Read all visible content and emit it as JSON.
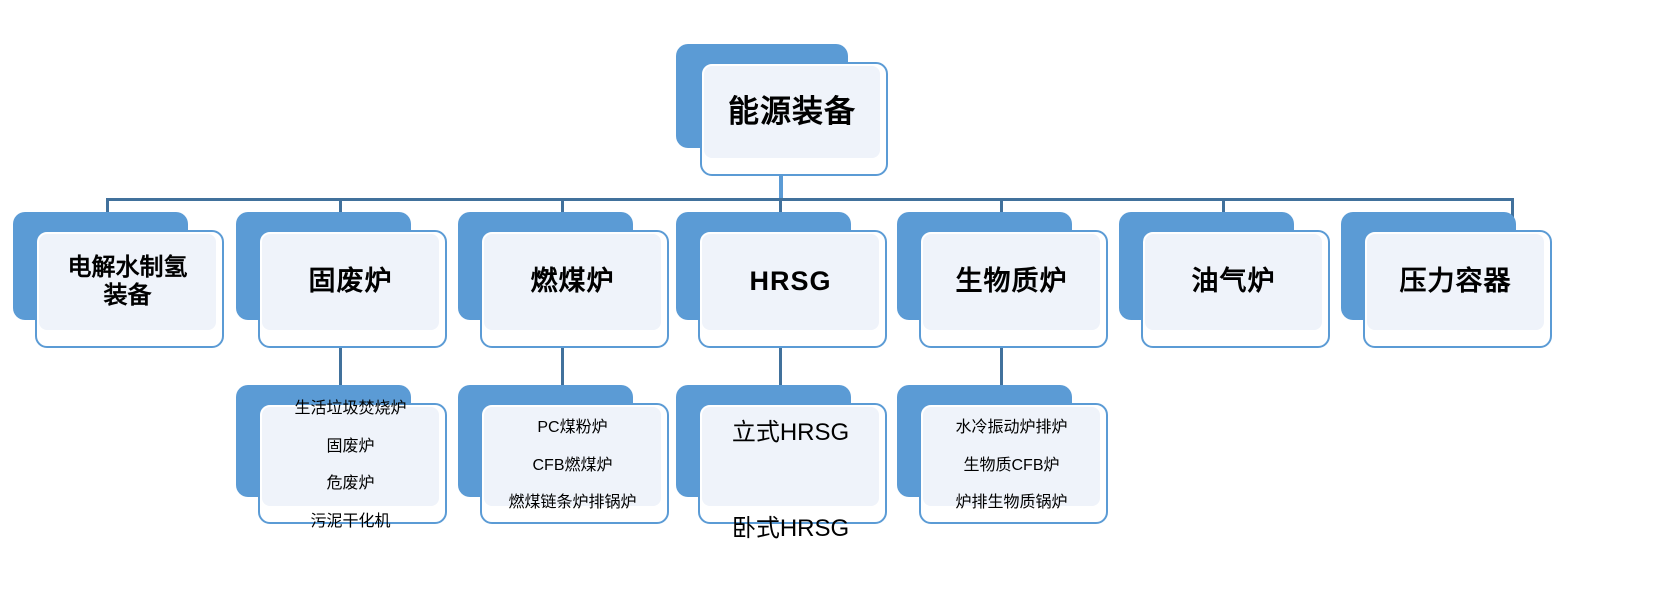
{
  "diagram": {
    "type": "organization-chart",
    "orientation": "top-down",
    "title": "能源装备",
    "colors": {
      "node_blue": "#5B9BD5",
      "node_fill": "#EFF3FA",
      "node_outline": "#5B9BD5",
      "connector": "#41719C",
      "text": "#000000",
      "background": "#FFFFFF"
    }
  },
  "root": {
    "label": "能源装备"
  },
  "level2": [
    {
      "label": "电解水制氢\n装备",
      "children": []
    },
    {
      "label": "固废炉",
      "children": [
        "生活垃圾焚烧炉",
        "固废炉",
        "危废炉",
        "污泥干化机"
      ]
    },
    {
      "label": "燃煤炉",
      "children": [
        "PC煤粉炉",
        "CFB燃煤炉",
        "燃煤链条炉排锅炉"
      ]
    },
    {
      "label": "HRSG",
      "children": [
        "立式HRSG",
        "卧式HRSG"
      ]
    },
    {
      "label": "生物质炉",
      "children": [
        "水冷振动炉排炉",
        "生物质CFB炉",
        "炉排生物质锅炉"
      ]
    },
    {
      "label": "油气炉",
      "children": []
    },
    {
      "label": "压力容器",
      "children": []
    }
  ],
  "leaf_groups": [
    {
      "parent": "固废炉",
      "items": [
        "生活垃圾焚烧炉",
        "固废炉",
        "危废炉",
        "污泥干化机"
      ]
    },
    {
      "parent": "燃煤炉",
      "items": [
        "PC煤粉炉",
        "CFB燃煤炉",
        "燃煤链条炉排锅炉"
      ]
    },
    {
      "parent": "HRSG",
      "items": [
        "立式HRSG",
        "卧式HRSG"
      ]
    },
    {
      "parent": "生物质炉",
      "items": [
        "水冷振动炉排炉",
        "生物质CFB炉",
        "炉排生物质锅炉"
      ]
    }
  ]
}
